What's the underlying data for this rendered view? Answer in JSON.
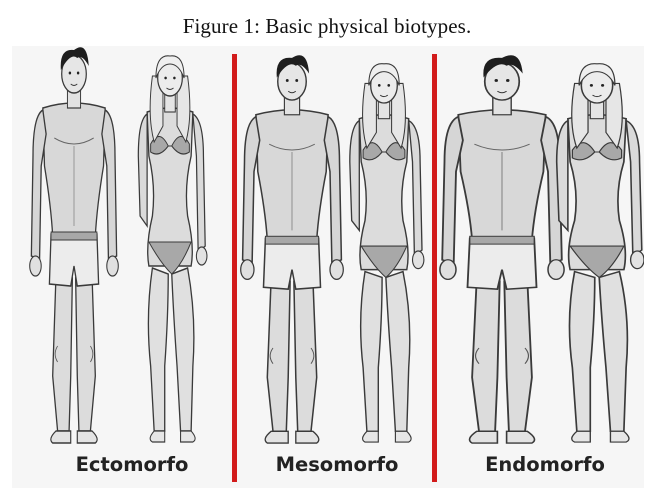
{
  "caption": "Figure 1: Basic physical biotypes.",
  "figure": {
    "labels": [
      "Ectomorfo",
      "Mesomorfo",
      "Endomorfo"
    ],
    "colors": {
      "divider": "#d21b1b",
      "skin": "#d9d9d9",
      "clothing": "#a8a8a8",
      "outline": "#3a3a3a",
      "hair_male": "#1e1e1e",
      "hair_female": "#e0e0e0"
    }
  }
}
